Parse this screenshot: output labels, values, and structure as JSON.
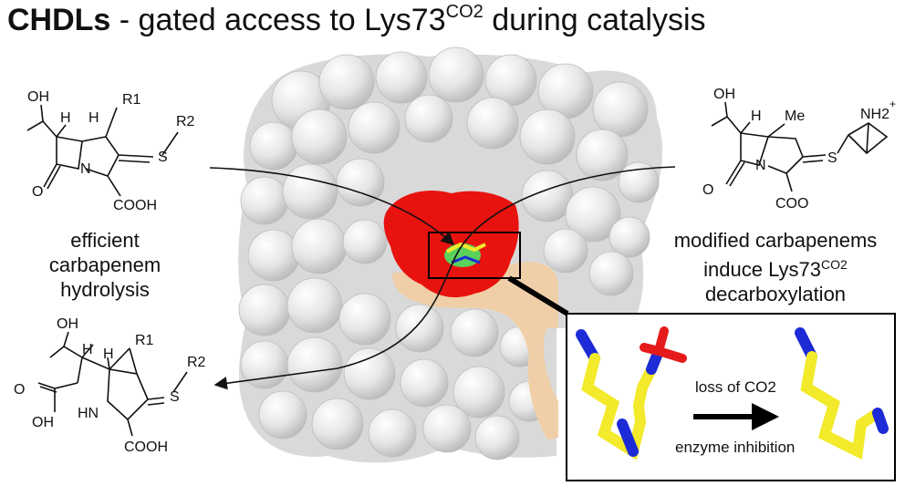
{
  "title": {
    "bold": "CHDLs",
    "rest": " - gated access to Lys73",
    "sup": "CO2",
    "tail": " during catalysis"
  },
  "left_caption": [
    "efficient",
    "carbapenem",
    "hydrolysis"
  ],
  "right_caption": {
    "line1": "modified carbapenems",
    "line2_prefix": "induce Lys73",
    "line2_sup": "CO2",
    "line3": "decarboxylation"
  },
  "substrate_labels": {
    "oh": "OH",
    "h1": "H",
    "h2": "H",
    "r1": "R1",
    "r2": "R2",
    "s": "S",
    "o": "O",
    "n": "N",
    "cooh": "COOH"
  },
  "product_labels": {
    "oh": "OH",
    "h1": "H",
    "h2": "H",
    "r1": "R1",
    "r2": "R2",
    "s": "S",
    "o": "O",
    "ohac": "OH",
    "hn": "HN",
    "cooh": "COOH"
  },
  "modified_labels": {
    "oh": "OH",
    "h": "H",
    "me": "Me",
    "s": "S",
    "o": "O",
    "n": "N",
    "coo": "COO",
    "nh2": "NH2",
    "plus": "+"
  },
  "inset": {
    "arrow_top": "loss of CO2",
    "arrow_bottom": "enzyme inhibition"
  },
  "colors": {
    "surface": "#e2e2e2",
    "active_site": "#e8130f",
    "channel": "#f2d2ad",
    "ligand_green": "#5ad15a",
    "carbon": "#f2ea2a",
    "nitrogen": "#1c2bd6",
    "oxygen": "#e51b1b"
  }
}
